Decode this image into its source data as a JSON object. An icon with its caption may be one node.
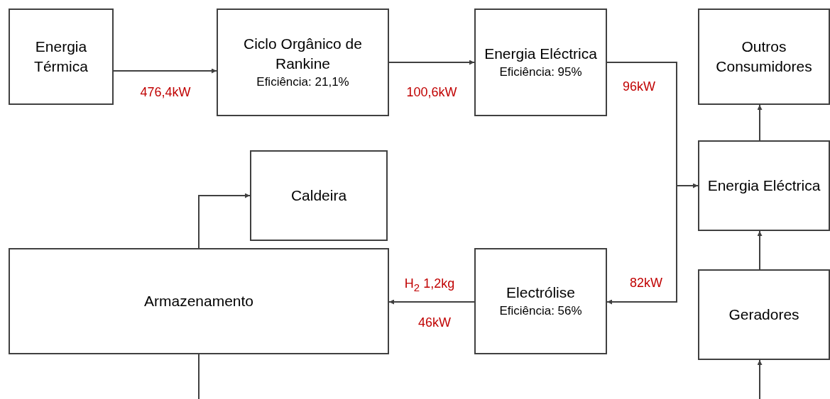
{
  "diagram": {
    "nodes": [
      {
        "text": [
          "Energia Térmica"
        ]
      },
      {
        "text": [
          "Ciclo Orgânico de Rankine",
          "Eficiência: 21,1%"
        ]
      },
      {
        "text": [
          "Energia Eléctrica",
          "Eficiência: 95%"
        ]
      },
      {
        "text": [
          "Outros Consumidores"
        ]
      },
      {
        "text": [
          "Caldeira"
        ]
      },
      {
        "text": [
          "Energia Eléctrica"
        ]
      },
      {
        "text": [
          "Armazenamento"
        ]
      },
      {
        "text": [
          "Electrólise",
          "Eficiência: 56%"
        ]
      },
      {
        "text": [
          "Geradores"
        ]
      }
    ],
    "edges": [
      {
        "from": 0,
        "to": 1,
        "arrow": "to",
        "label": "476,4kW"
      },
      {
        "from": 1,
        "to": 2,
        "arrow": "to",
        "label": "100,6kW"
      },
      {
        "from": 2,
        "to": 5,
        "arrow": "to",
        "label": "96kW"
      },
      {
        "from": 2,
        "to": 7,
        "arrow": "to",
        "label": "82kW"
      },
      {
        "from": 7,
        "to": 6,
        "arrow": "to",
        "label": "H$_{2}$ 1,2kg"
      },
      {
        "from": 6,
        "to": 4,
        "arrow": "to"
      },
      {
        "from": 5,
        "to": 3,
        "arrow": "to"
      },
      {
        "from": 8,
        "to": 5,
        "arrow": "to"
      },
      {
        "from": null,
        "to": 8,
        "arrow": "to"
      },
      {
        "from": 6,
        "to": null,
        "arrow": "none"
      }
    ],
    "labels": [
      "46kW"
    ]
  }
}
